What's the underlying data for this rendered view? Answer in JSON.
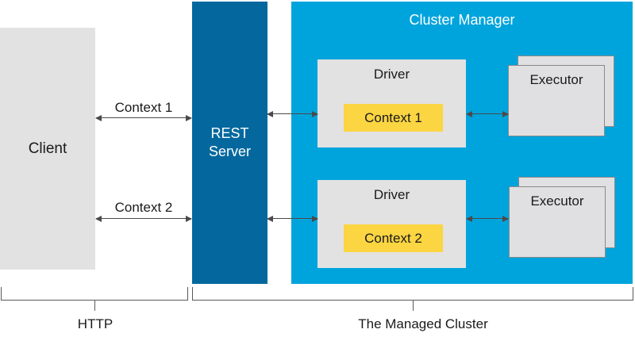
{
  "colors": {
    "rest_server_bg": "#04689E",
    "cluster_bg": "#00A4DC",
    "context_bg": "#FBD542",
    "panel_gray": "#E2E2E3",
    "executor_gray": "#E0E0E2",
    "executor_border": "#8A8A8A",
    "line": "#4A4A4C",
    "brace": "#59595B",
    "text_dark": "#1A1A1A",
    "text_light": "#FFFFFF",
    "canvas_bg": "#FFFFFF"
  },
  "client": {
    "label": "Client"
  },
  "rest_server": {
    "label": "REST Server"
  },
  "cluster": {
    "title": "Cluster Manager",
    "groups": [
      {
        "driver_label": "Driver",
        "context_label": "Context 1",
        "executor_label": "Executor"
      },
      {
        "driver_label": "Driver",
        "context_label": "Context 2",
        "executor_label": "Executor"
      }
    ]
  },
  "connections": {
    "context1_label": "Context 1",
    "context2_label": "Context 2"
  },
  "braces": {
    "http_label": "HTTP",
    "managed_label": "The Managed Cluster"
  }
}
